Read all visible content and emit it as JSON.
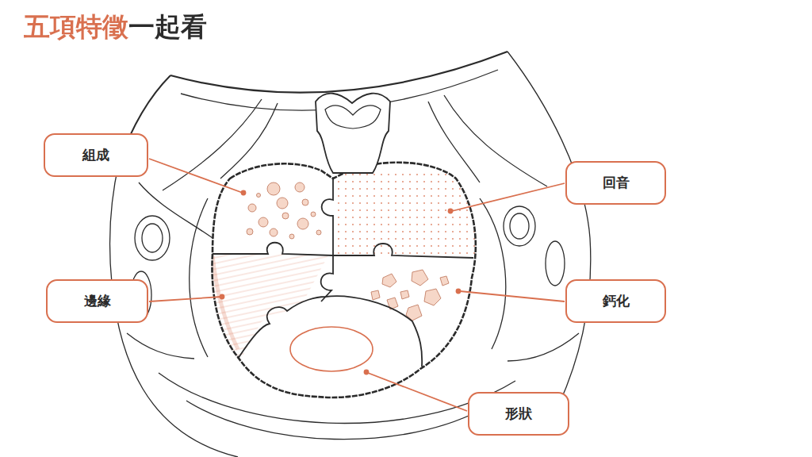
{
  "diagram": {
    "title": "五項特徵一起看",
    "nodes": [
      {
        "text": [
          "組成"
        ]
      },
      {
        "text": [
          "回音"
        ]
      },
      {
        "text": [
          "邊緣"
        ]
      },
      {
        "text": [
          "鈣化"
        ]
      },
      {
        "text": [
          "形狀"
        ]
      }
    ]
  }
}
